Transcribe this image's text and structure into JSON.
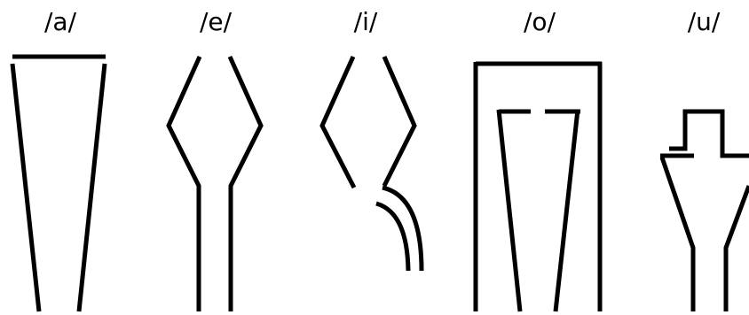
{
  "labels": {
    "a": "/a/",
    "e": "/e/",
    "i": "/i/",
    "o": "/o/",
    "u": "/u/"
  },
  "colors": {
    "line": "#000000",
    "background": "#ffffff"
  }
}
